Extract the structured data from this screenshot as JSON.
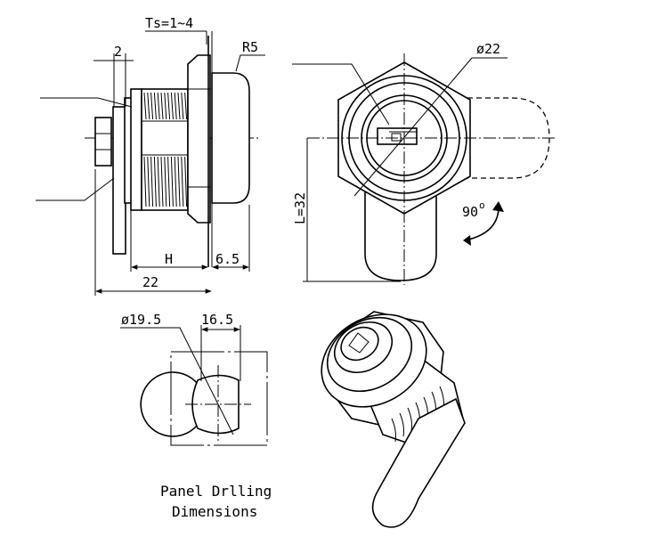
{
  "dimensions": {
    "ts": "Ts=1~4",
    "two": "2",
    "r5": "R5",
    "h": "H",
    "six_five": "6.5",
    "twenty_two": "22",
    "dia22": "ø22",
    "l32": "L=32",
    "angle": "90",
    "angle_unit": "o",
    "dia19_5": "ø19.5",
    "sixteen_five": "16.5"
  },
  "caption": {
    "line1": "Panel Drlling",
    "line2": "Dimensions"
  }
}
